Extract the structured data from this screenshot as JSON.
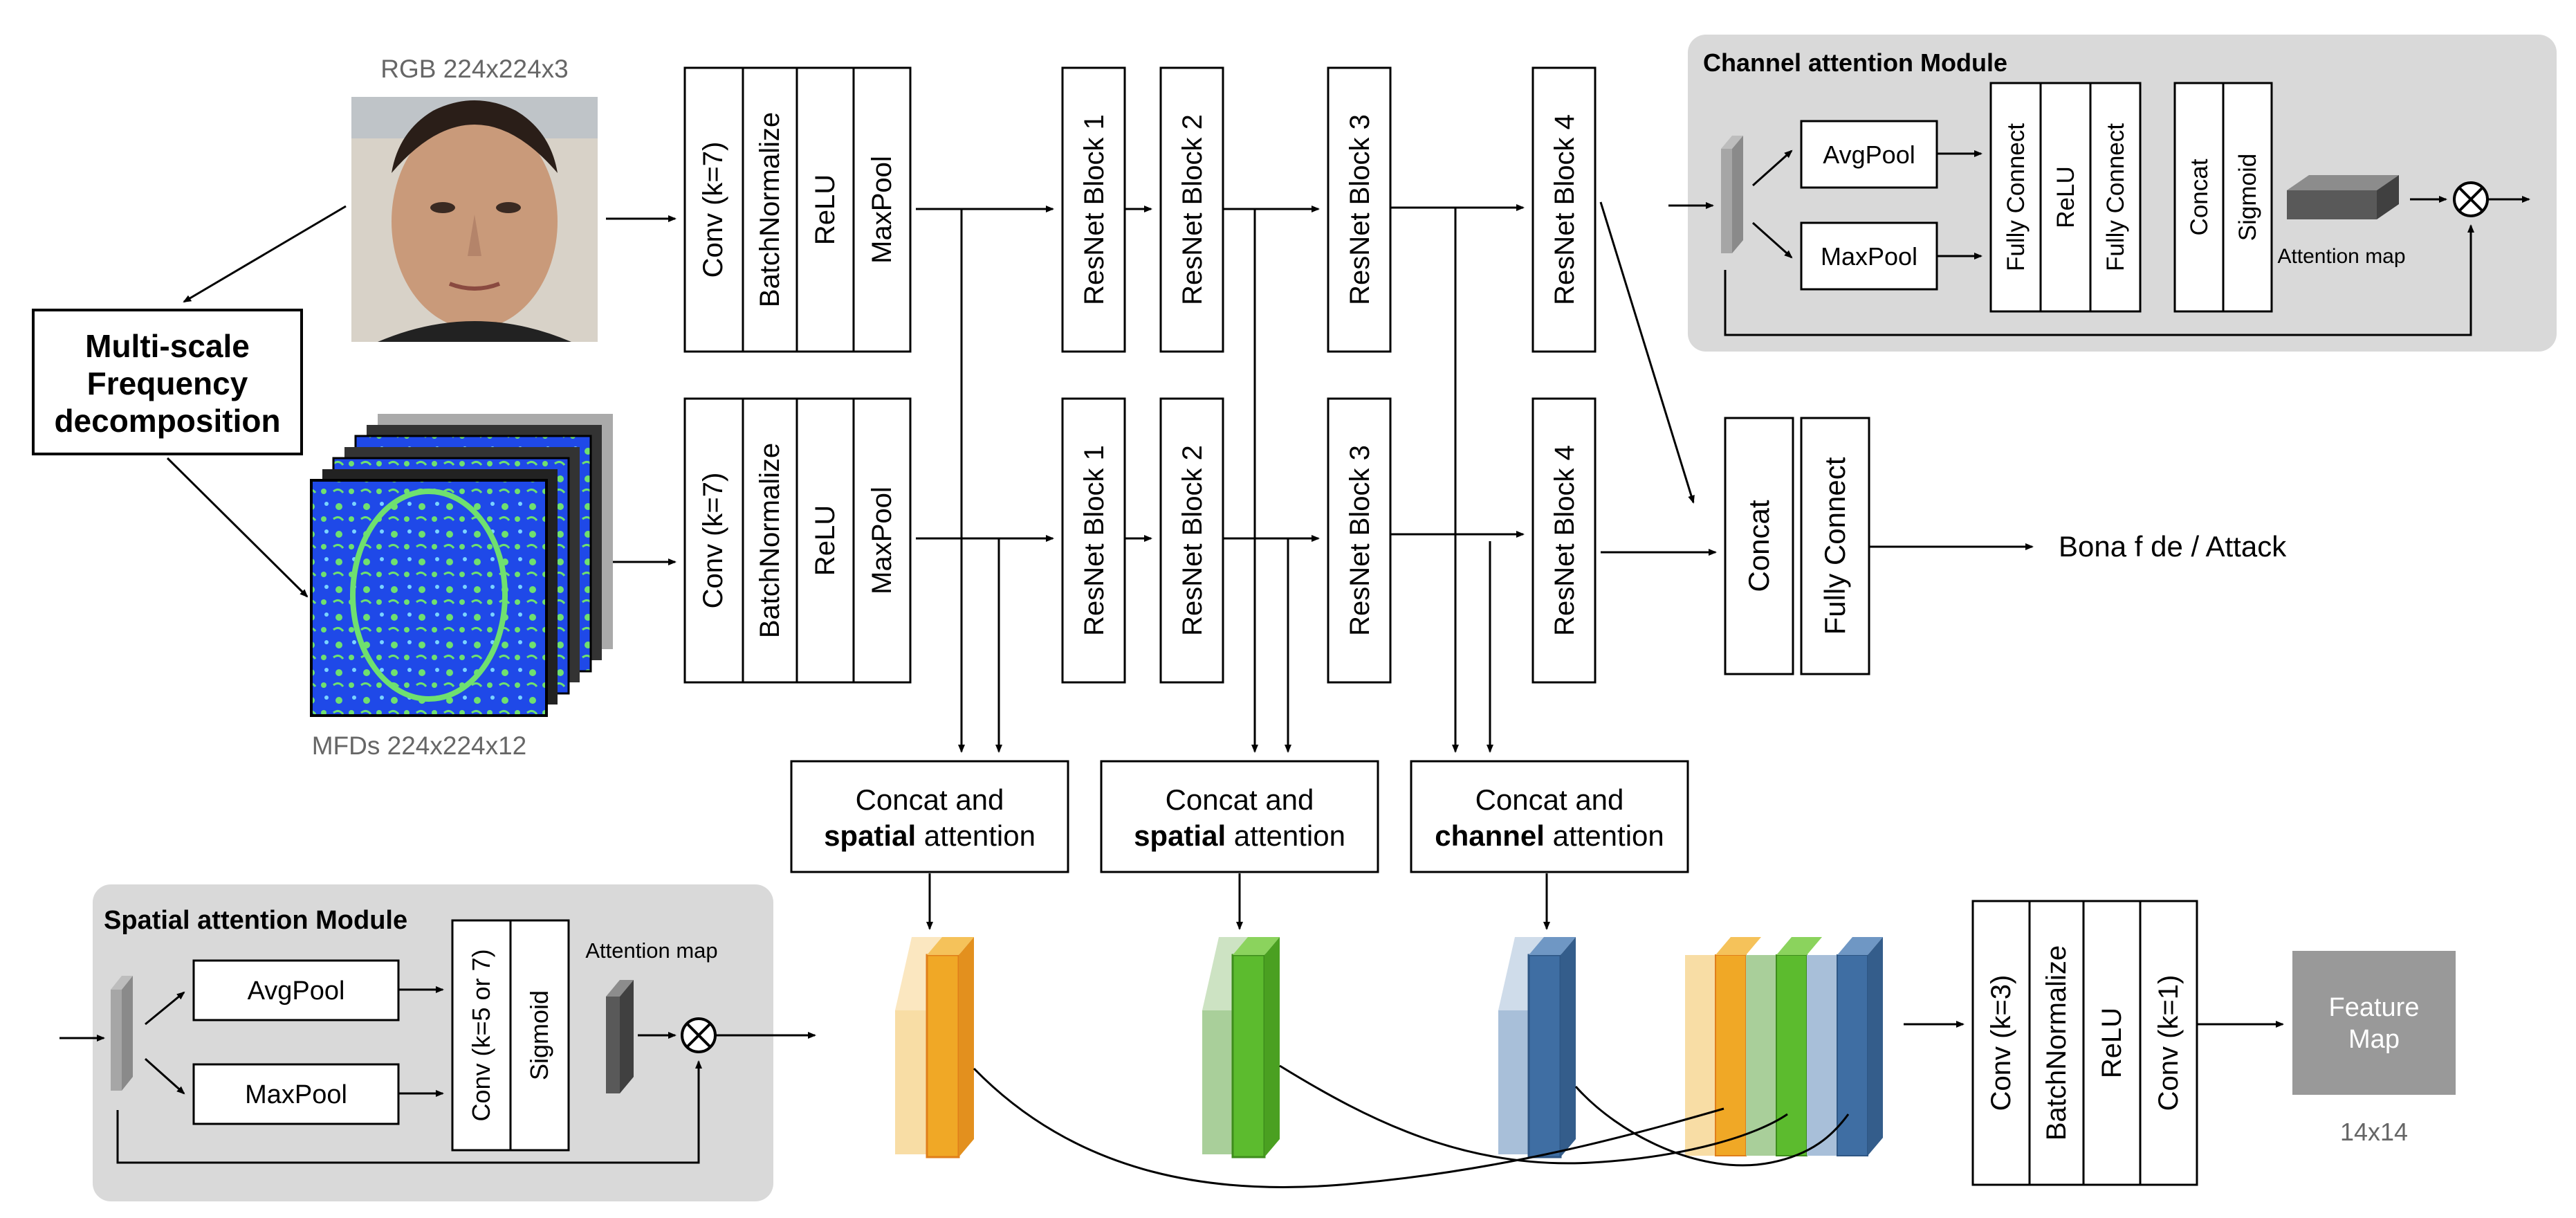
{
  "inputs": {
    "rgb_label": "RGB 224x224x3",
    "mfd_label": "MFDs 224x224x12",
    "decomposition_line1": "Multi-scale",
    "decomposition_line2": "Frequency",
    "decomposition_line3": "decomposition"
  },
  "stem": {
    "conv": "Conv  (k=7)",
    "bn": "BatchNormalize",
    "relu": "ReLU",
    "pool": "MaxPool"
  },
  "resnet": {
    "block1": "ResNet Block 1",
    "block2": "ResNet Block 2",
    "block3": "ResNet Block 3",
    "block4": "ResNet Block 4"
  },
  "head": {
    "concat": "Concat",
    "fc": "Fully Connect",
    "output": "Bona f de / Attack"
  },
  "fusion": {
    "concat_and": "Concat and",
    "spatial": "spatial",
    "channel": "channel",
    "attention": "attention"
  },
  "channel_module": {
    "title": "Channel attention Module",
    "avgpool": "AvgPool",
    "maxpool": "MaxPool",
    "fc1": "Fully Connect",
    "relu": "ReLU",
    "fc2": "Fully Connect",
    "concat": "Concat",
    "sigmoid": "Sigmoid",
    "attention_map": "Attention map"
  },
  "spatial_module": {
    "title": "Spatial attention Module",
    "avgpool": "AvgPool",
    "maxpool": "MaxPool",
    "conv": "Conv (k=5 or 7)",
    "sigmoid": "Sigmoid",
    "attention_map": "Attention map"
  },
  "final": {
    "conv3": "Conv (k=3)",
    "bn": "BatchNormalize",
    "relu": "ReLU",
    "conv1": "Conv (k=1)",
    "feature_line1": "Feature",
    "feature_line2": "Map",
    "size": "14x14"
  },
  "colors": {
    "panel_gray": "#d9d9d9",
    "dark_gray": "#595959",
    "feature_map_gray": "#999999",
    "caption_gray": "#666666",
    "mfd_blue": "#1f49e8",
    "mfd_green": "#6fe06f",
    "orange_light": "#f8dda5",
    "orange_dark": "#f0a826",
    "green_light": "#a9cf9a",
    "green_dark": "#5cbb2e",
    "blue_light": "#a8bfd9",
    "blue_dark": "#3f6ea3",
    "face_skin": "#c99a7a"
  },
  "icons": [
    "multiply-circle-icon",
    "tensor-icon",
    "attention-map-icon",
    "feature-block-icon"
  ]
}
